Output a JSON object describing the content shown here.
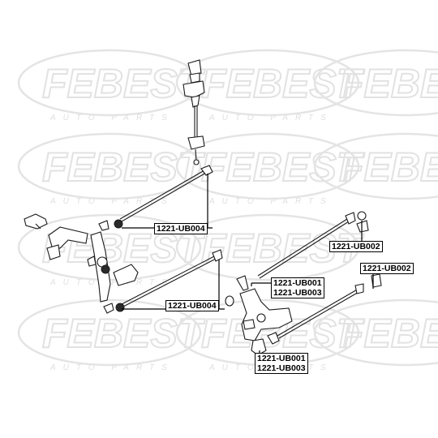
{
  "watermark": {
    "brand": "FEBEST",
    "sub": "AUTO PARTS"
  },
  "callouts": {
    "upper_rod": "1221-UB004",
    "lower_rod": "1221-UB004",
    "right_top": "1221-UB002",
    "right_side": "1221-UB002",
    "mid_pair": [
      "1221-UB001",
      "1221-UB003"
    ],
    "bottom_pair": [
      "1221-UB001",
      "1221-UB003"
    ]
  }
}
